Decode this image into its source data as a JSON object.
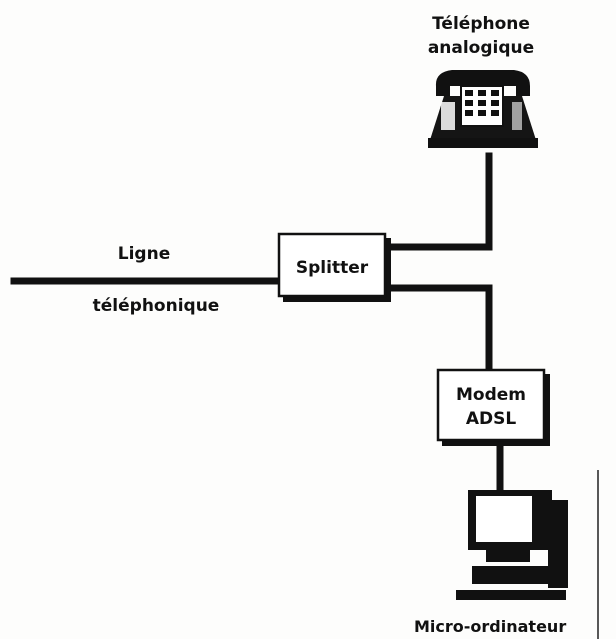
{
  "phone": {
    "label_line1": "Téléphone",
    "label_line2": "analogique",
    "icon": "telephone-icon"
  },
  "line": {
    "label_line1": "Ligne",
    "label_line2": "téléphonique"
  },
  "splitter": {
    "label": "Splitter"
  },
  "modem": {
    "label_line1": "Modem",
    "label_line2": "ADSL"
  },
  "computer": {
    "label": "Micro-ordinateur",
    "icon": "computer-icon"
  }
}
